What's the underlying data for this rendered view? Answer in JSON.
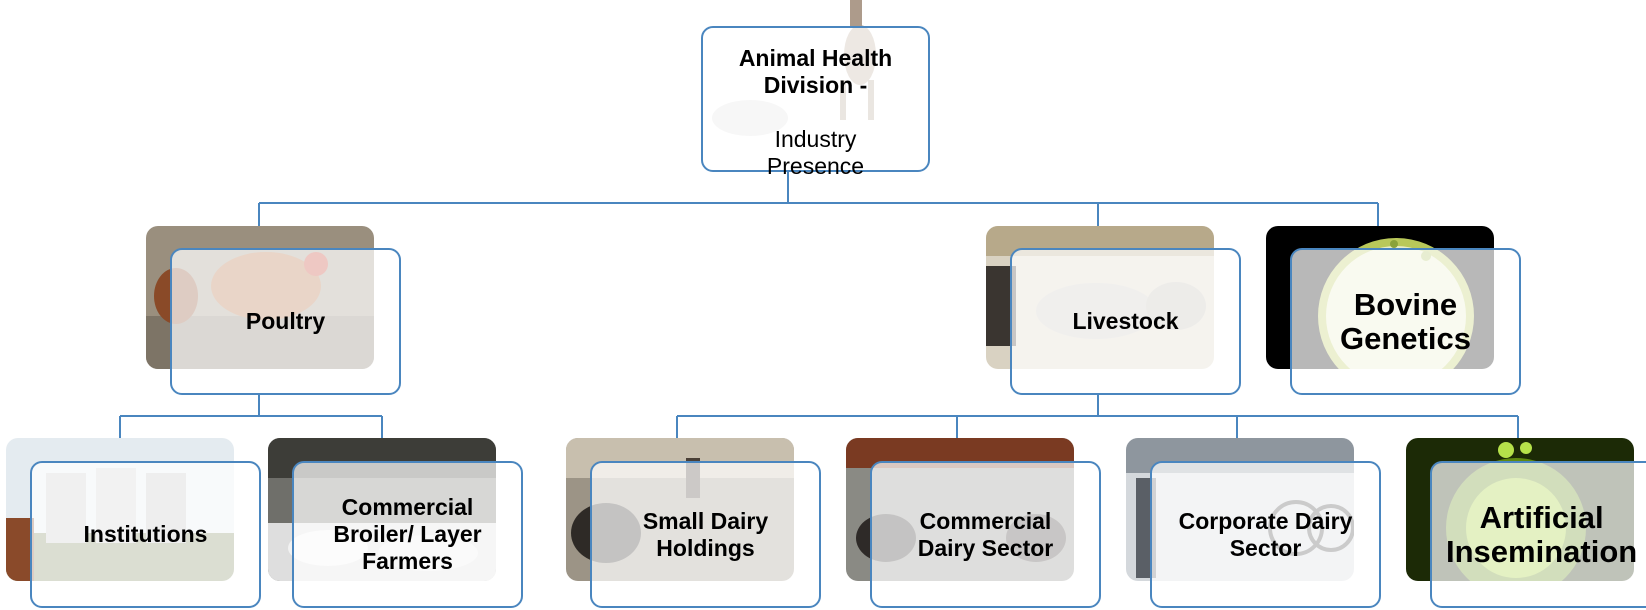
{
  "diagram": {
    "root": {
      "title_bold": "Animal Health\nDivision -",
      "title_regular": "Industry\nPresence"
    },
    "level1": [
      {
        "id": "poultry",
        "label": "Poultry",
        "image": "chicken-photo"
      },
      {
        "id": "livestock",
        "label": "Livestock",
        "image": "cattle-herd-photo"
      },
      {
        "id": "bovine-genetics",
        "label": "Bovine\nGenetics",
        "image": "cell-culture-graphic"
      }
    ],
    "level2": [
      {
        "parent": "poultry",
        "label": "Institutions",
        "image": "silo-farm-photo"
      },
      {
        "parent": "poultry",
        "label": "Commercial\nBroiler/ Layer\nFarmers",
        "image": "broiler-shed-photo"
      },
      {
        "parent": "livestock",
        "label": "Small Dairy\nHoldings",
        "image": "buffalo-shed-photo"
      },
      {
        "parent": "livestock",
        "label": "Commercial\nDairy Sector",
        "image": "dairy-barn-photo"
      },
      {
        "parent": "livestock",
        "label": "Corporate Dairy\nSector",
        "image": "milking-parlour-photo"
      },
      {
        "parent": "livestock",
        "label": "Artificial\nInsemination",
        "image": "green-cell-graphic"
      }
    ],
    "colors": {
      "connector": "#4a86bf",
      "box_border": "#4a86bf",
      "box_fill": "#ffffff"
    }
  }
}
